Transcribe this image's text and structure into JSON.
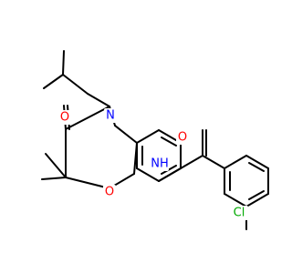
{
  "molecule": {
    "atom_labels": {
      "o_carbonyl": "O",
      "n_ring": "N",
      "o_ring": "O",
      "nh_amide": "NH",
      "o_amide": "O",
      "cl": "Cl"
    },
    "colors": {
      "bond": "#000000",
      "oxygen": "#ff0000",
      "nitrogen": "#0000ff",
      "chlorine": "#00aa00"
    }
  }
}
